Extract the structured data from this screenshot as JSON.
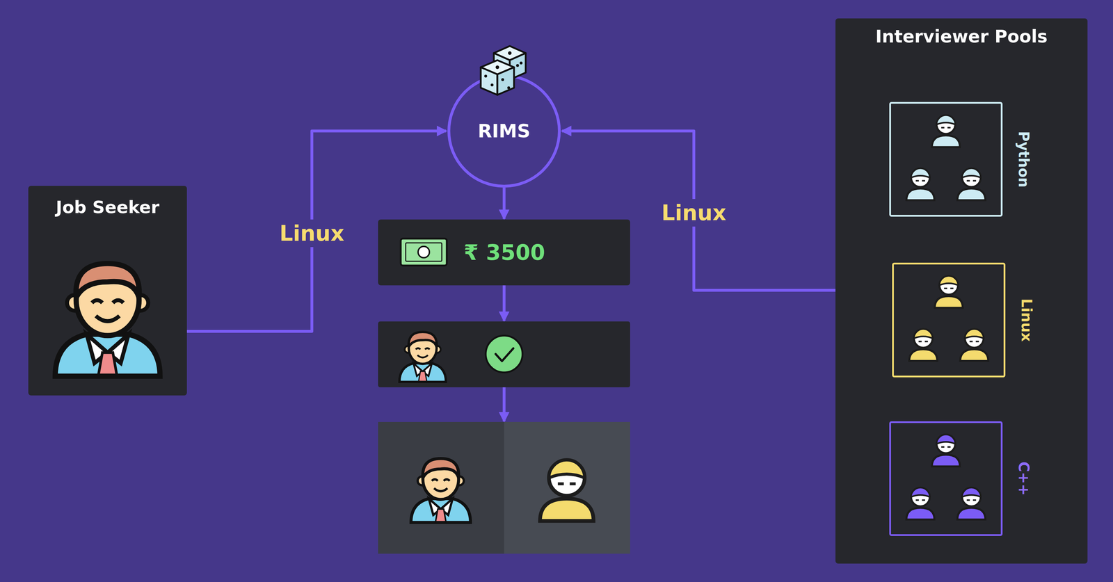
{
  "diagram": {
    "nodes": [
      {
        "text": [
          "Job Seeker"
        ]
      },
      {
        "text": [
          "RIMS"
        ]
      },
      {
        "text": [
          "₹ 3500"
        ]
      },
      {
        "text": [
          "Interviewer Pools"
        ]
      },
      {
        "text": [
          "Python"
        ],
        "in": 3
      },
      {
        "text": [
          "Linux"
        ],
        "in": 3
      },
      {
        "text": [
          "C++"
        ],
        "in": 3
      }
    ],
    "edges": [
      {
        "from": 0,
        "to": 1,
        "label": "Linux",
        "arrow": "to"
      },
      {
        "from": 3,
        "to": 1,
        "label": "Linux",
        "arrow": "to"
      },
      {
        "from": 1,
        "to": 2,
        "arrow": "to"
      }
    ]
  }
}
